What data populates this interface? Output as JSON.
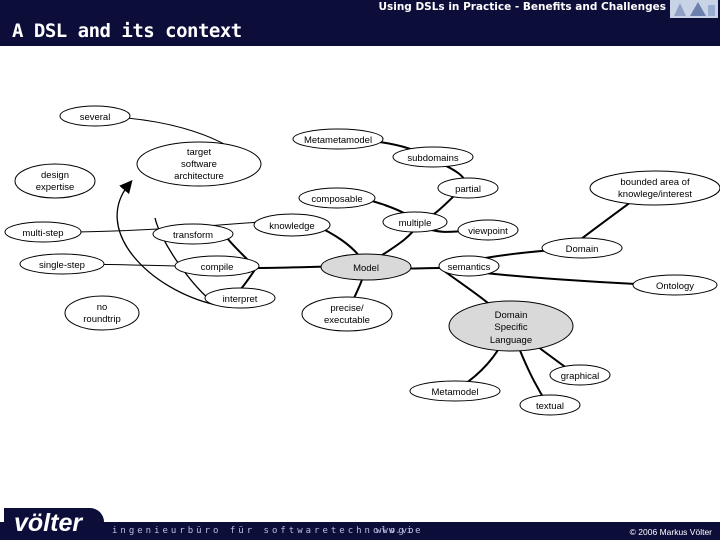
{
  "header": {
    "subtitle": "Using DSLs in Practice - Benefits and Challenges",
    "title": "A DSL and its context"
  },
  "mindmap": {
    "center": "Model",
    "nodes": {
      "several": "several",
      "metametamodel": "Metametamodel",
      "target_arch": [
        "target",
        "software",
        "architecture"
      ],
      "subdomains": "subdomains",
      "design_expertise": [
        "design",
        "expertise"
      ],
      "partial": "partial",
      "bounded_area": [
        "bounded area of",
        "knowlege/interest"
      ],
      "composable": "composable",
      "multi_step": "multi-step",
      "transform": "transform",
      "knowledge": "knowledge",
      "multiple": "multiple",
      "viewpoint": "viewpoint",
      "domain": "Domain",
      "single_step": "single-step",
      "compile": "compile",
      "semantics": "semantics",
      "ontology": "Ontology",
      "interpret": "interpret",
      "no_roundtrip": [
        "no",
        "roundtrip"
      ],
      "precise_executable": [
        "precise/",
        "executable"
      ],
      "dsl": [
        "Domain",
        "Specific",
        "Language"
      ],
      "graphical": "graphical",
      "metamodel": "Metamodel",
      "textual": "textual"
    }
  },
  "footer": {
    "brand": "völter",
    "tagline": "ingenieurbüro für softwaretechnologie",
    "url": "www.vo",
    "copyright": "© 2006  Markus Völter"
  },
  "colors": {
    "bar": "#0d0d3a",
    "node_fill": "#d9d9d9"
  }
}
